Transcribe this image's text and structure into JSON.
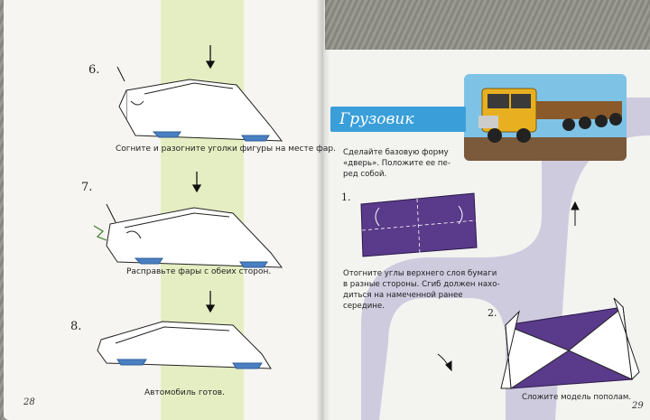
{
  "left_page": {
    "steps": [
      {
        "number": "6.",
        "caption": "Согните и разогните уголки фигуры на месте фар."
      },
      {
        "number": "7.",
        "caption": "Расправьте фары с обеих сторон."
      },
      {
        "number": "8.",
        "caption": "Автомобиль готов."
      }
    ],
    "page_number": "28"
  },
  "right_page": {
    "title": "Грузовик",
    "intro_lines": [
      "Сделайте базовую форму",
      "«дверь». Положите ее пе-",
      "ред собой."
    ],
    "steps": [
      {
        "number": "1.",
        "caption_lines": [
          "Отогните углы верхнего слоя бумаги",
          "в разные стороны. Сгиб должен нахо-",
          "диться на намеченной ранее середине."
        ]
      },
      {
        "number": "2.",
        "caption_lines": [
          "Сложите модель пополам."
        ]
      }
    ],
    "page_number": "29"
  },
  "colors": {
    "accent_blue": "#3a9fd9",
    "paper_purple": "#5a3a8a",
    "green_band": "#e5eec2",
    "road_lilac": "#cbc6dd"
  }
}
